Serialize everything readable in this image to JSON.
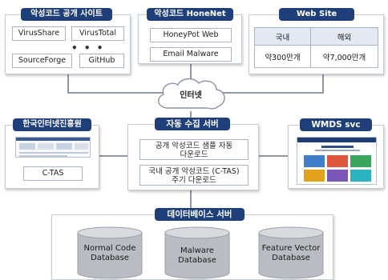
{
  "malware_sites": {
    "title": "악성코드 공개 사이트",
    "items": [
      "VirusShare",
      "VirusTotal",
      "SourceForge",
      "GitHub"
    ],
    "ellipsis": "• • •"
  },
  "honenet": {
    "title": "악성코드 HoneNet",
    "items": [
      "HoneyPot Web",
      "Email Malware"
    ]
  },
  "website": {
    "title": "Web Site",
    "headers": [
      "국내",
      "해외"
    ],
    "values": [
      "약300만개",
      "약7,000만개"
    ]
  },
  "internet": {
    "label": "인터넷"
  },
  "kisa": {
    "title": "한국인터넷진흥원",
    "item": "C-TAS"
  },
  "collector": {
    "title": "자동 수집 서버",
    "items": [
      [
        "공개 악성코드 샘플 자동",
        "다운로드"
      ],
      [
        "국내 공개 악성코드 (C-TAS)",
        "주기 다운로드"
      ]
    ]
  },
  "wmds": {
    "title": "WMDS svc"
  },
  "database": {
    "title": "데이터베이스 서버",
    "items": [
      [
        "Normal Code",
        "Database"
      ],
      [
        "Malware",
        "Database"
      ],
      [
        "Feature Vector",
        "Database"
      ]
    ]
  },
  "colors": {
    "badge": "#1f3f7a",
    "panel_border": "#c4ccd6",
    "connector": "#8f9aa6",
    "cylinder": "#b9bdc3"
  }
}
